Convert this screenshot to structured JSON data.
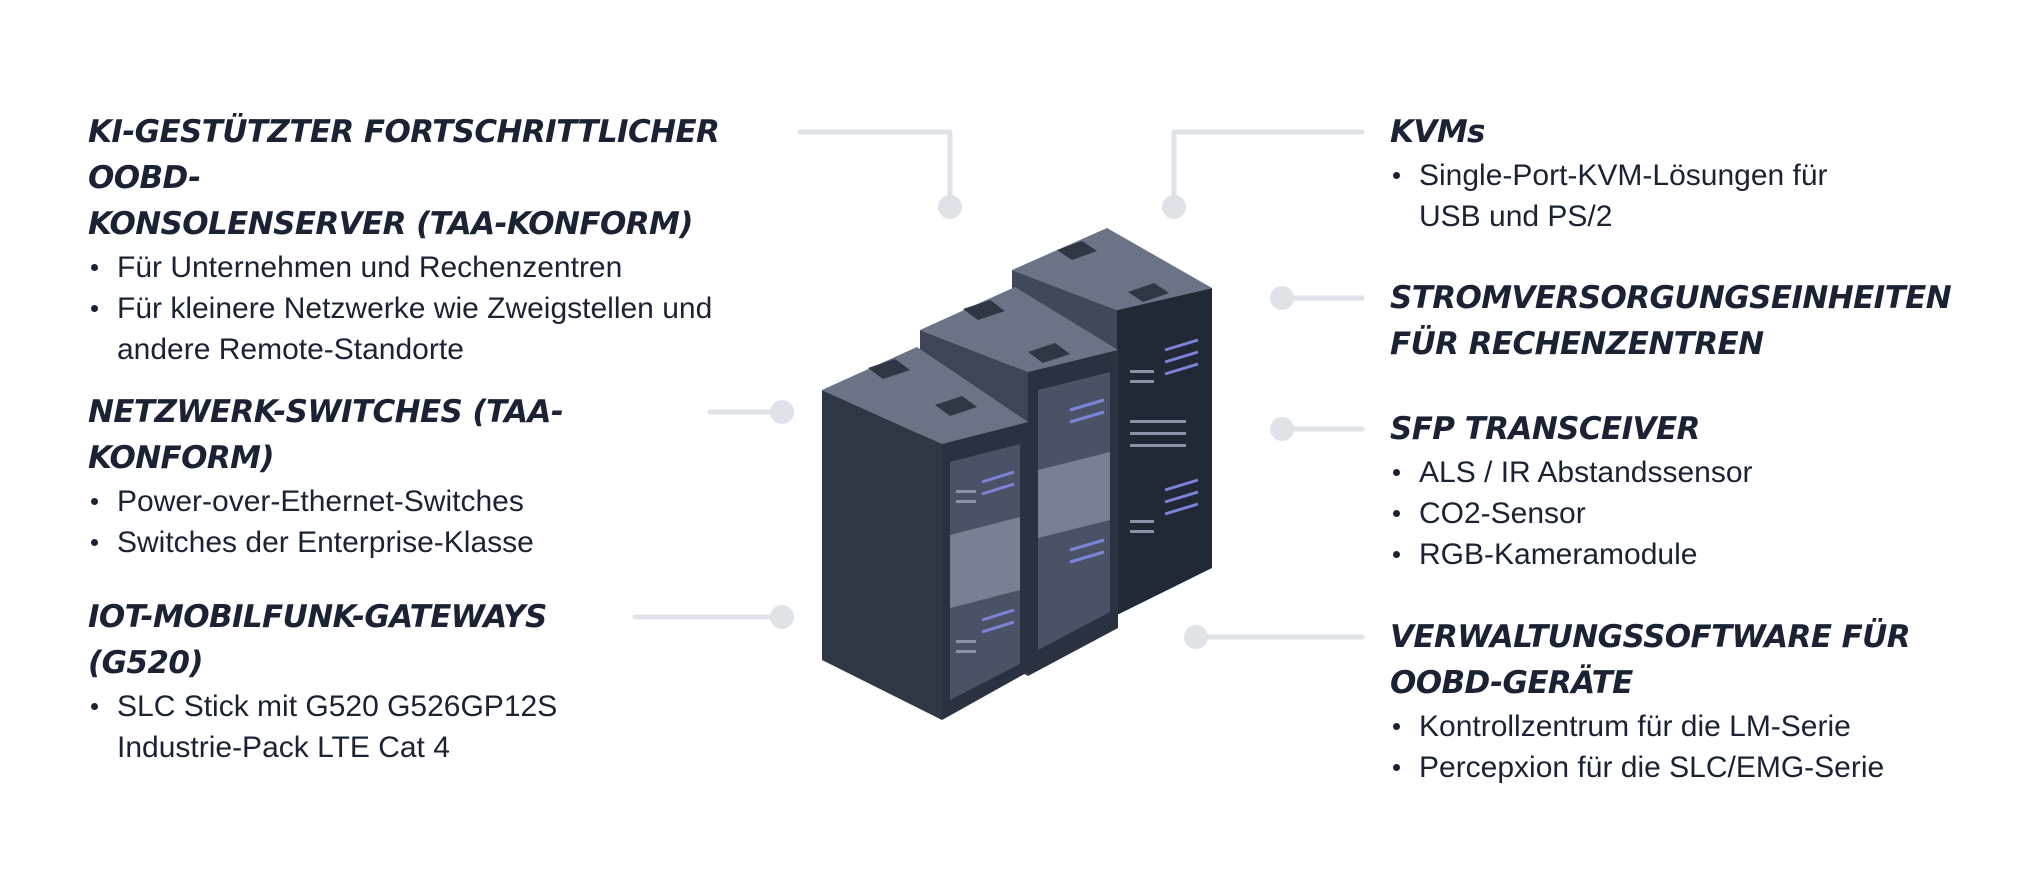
{
  "colors": {
    "text": "#1a2233",
    "connector": "#dfe2e7",
    "rack_front": "#2f3644",
    "rack_side": "#474f62",
    "rack_top": "#6b7386",
    "accent": "#7d83d8"
  },
  "illustration": {
    "icon": "server-racks-icon"
  },
  "left_groups": [
    {
      "heading_lines": [
        "KI-GESTÜTZTER FORTSCHRITTLICHER OOBD-",
        "KONSOLENSERVER (TAA-KONFORM)"
      ],
      "items": [
        [
          "Für Unternehmen und Rechenzentren"
        ],
        [
          "Für kleinere Netzwerke wie Zweigstellen und",
          "andere Remote-Standorte"
        ]
      ]
    },
    {
      "heading_lines": [
        "NETZWERK-SWITCHES (TAA-KONFORM)"
      ],
      "items": [
        [
          "Power-over-Ethernet-Switches"
        ],
        [
          "Switches der Enterprise-Klasse"
        ]
      ]
    },
    {
      "heading_lines": [
        "IOT-MOBILFUNK-GATEWAYS (G520)"
      ],
      "items": [
        [
          "SLC Stick mit G520 G526GP12S",
          "Industrie-Pack LTE Cat 4"
        ]
      ]
    }
  ],
  "right_groups": [
    {
      "heading_lines": [
        "KVMs"
      ],
      "items": [
        [
          "Single-Port-KVM-Lösungen für",
          "USB und PS/2"
        ]
      ]
    },
    {
      "heading_lines": [
        "STROMVERSORGUNGSEINHEITEN",
        "FÜR RECHENZENTREN"
      ],
      "items": []
    },
    {
      "heading_lines": [
        "SFP TRANSCEIVER"
      ],
      "items": [
        [
          "ALS / IR Abstandssensor"
        ],
        [
          "CO2-Sensor"
        ],
        [
          "RGB-Kameramodule"
        ]
      ]
    },
    {
      "heading_lines": [
        "VERWALTUNGSSOFTWARE FÜR",
        "OOBD-GERÄTE"
      ],
      "items": [
        [
          "Kontrollzentrum für die LM-Serie"
        ],
        [
          "Percepxion für die SLC/EMG-Serie"
        ]
      ]
    }
  ]
}
